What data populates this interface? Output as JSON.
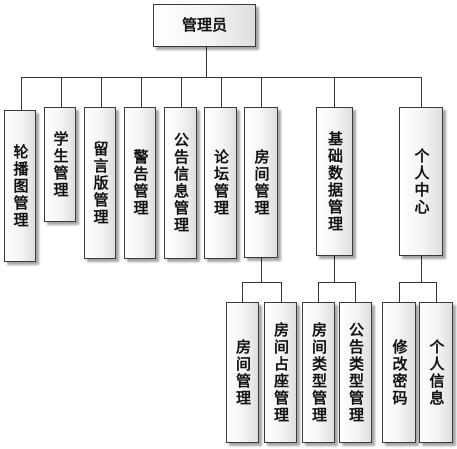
{
  "root": "管理员",
  "level1": [
    "轮播图管理",
    "学生管理",
    "留言版管理",
    "警告管理",
    "公告信息管理",
    "论坛管理",
    "房间管理",
    "基础数据管理",
    "个人中心"
  ],
  "level2": {
    "rooms": [
      "房间管理",
      "房间占座管理"
    ],
    "base": [
      "房间类型管理",
      "公告类型管理"
    ],
    "personal": [
      "修改密码",
      "个人信息"
    ]
  }
}
